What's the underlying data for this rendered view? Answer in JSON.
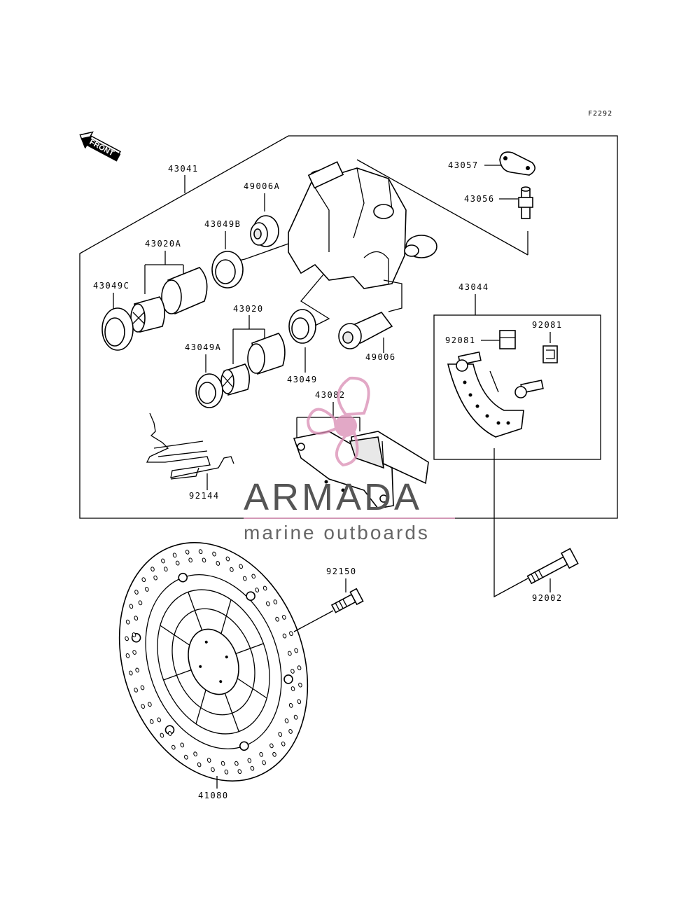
{
  "figure_code": "F2292",
  "front_arrow_label": "FRONT",
  "labels": {
    "p43041": "43041",
    "p49006a": "49006A",
    "p43049b": "43049B",
    "p43020a": "43020A",
    "p43049c": "43049C",
    "p43020": "43020",
    "p43049a": "43049A",
    "p43049": "43049",
    "p49006": "49006",
    "p43057": "43057",
    "p43056": "43056",
    "p43044": "43044",
    "p92081a": "92081",
    "p92081b": "92081",
    "p43082": "43082",
    "p92144": "92144",
    "p92150": "92150",
    "p92002": "92002",
    "p41080": "41080"
  },
  "watermark": {
    "brand": "ARMADA",
    "tagline": "marine outboards",
    "accent_color": "#d98cb3"
  }
}
